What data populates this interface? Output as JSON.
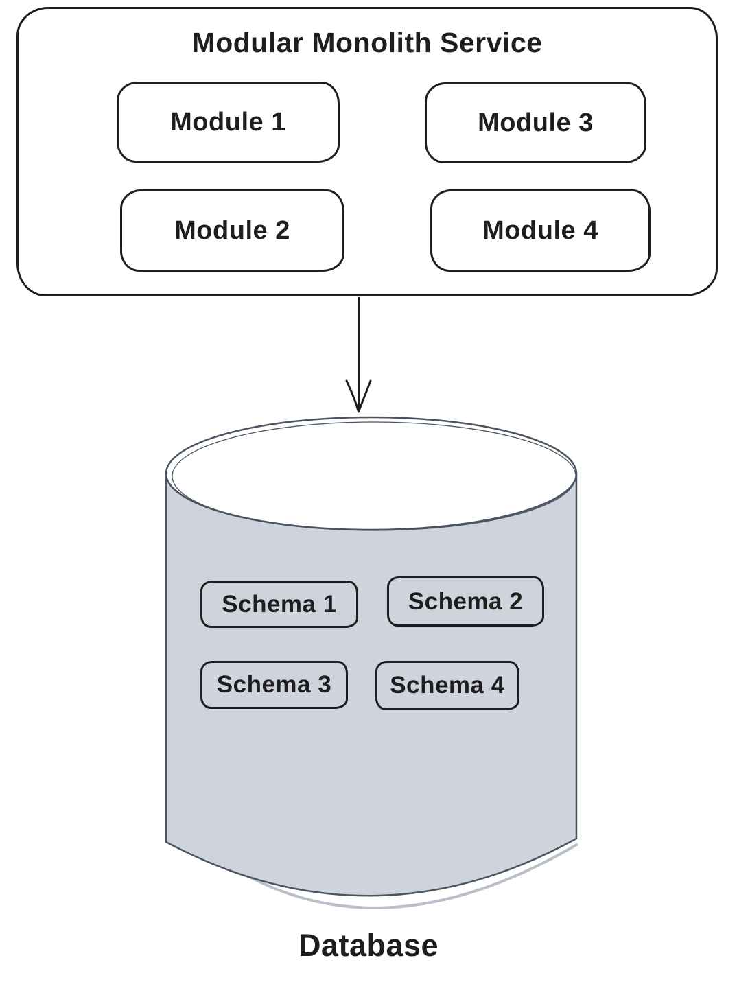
{
  "monolith": {
    "title": "Modular Monolith Service",
    "modules": [
      {
        "label": "Module 1"
      },
      {
        "label": "Module 2"
      },
      {
        "label": "Module 3"
      },
      {
        "label": "Module 4"
      }
    ]
  },
  "database": {
    "label": "Database",
    "schemas": [
      {
        "label": "Schema 1"
      },
      {
        "label": "Schema 2"
      },
      {
        "label": "Schema 3"
      },
      {
        "label": "Schema 4"
      }
    ]
  },
  "connector": {
    "icon": "arrow-down-icon"
  },
  "colors": {
    "background": "#ffffff",
    "ink": "#1e1e1e",
    "cylinder_fill": "#cfd4dc",
    "cylinder_stroke": "#4a5561",
    "shadow_line": "#b9bfc8"
  }
}
